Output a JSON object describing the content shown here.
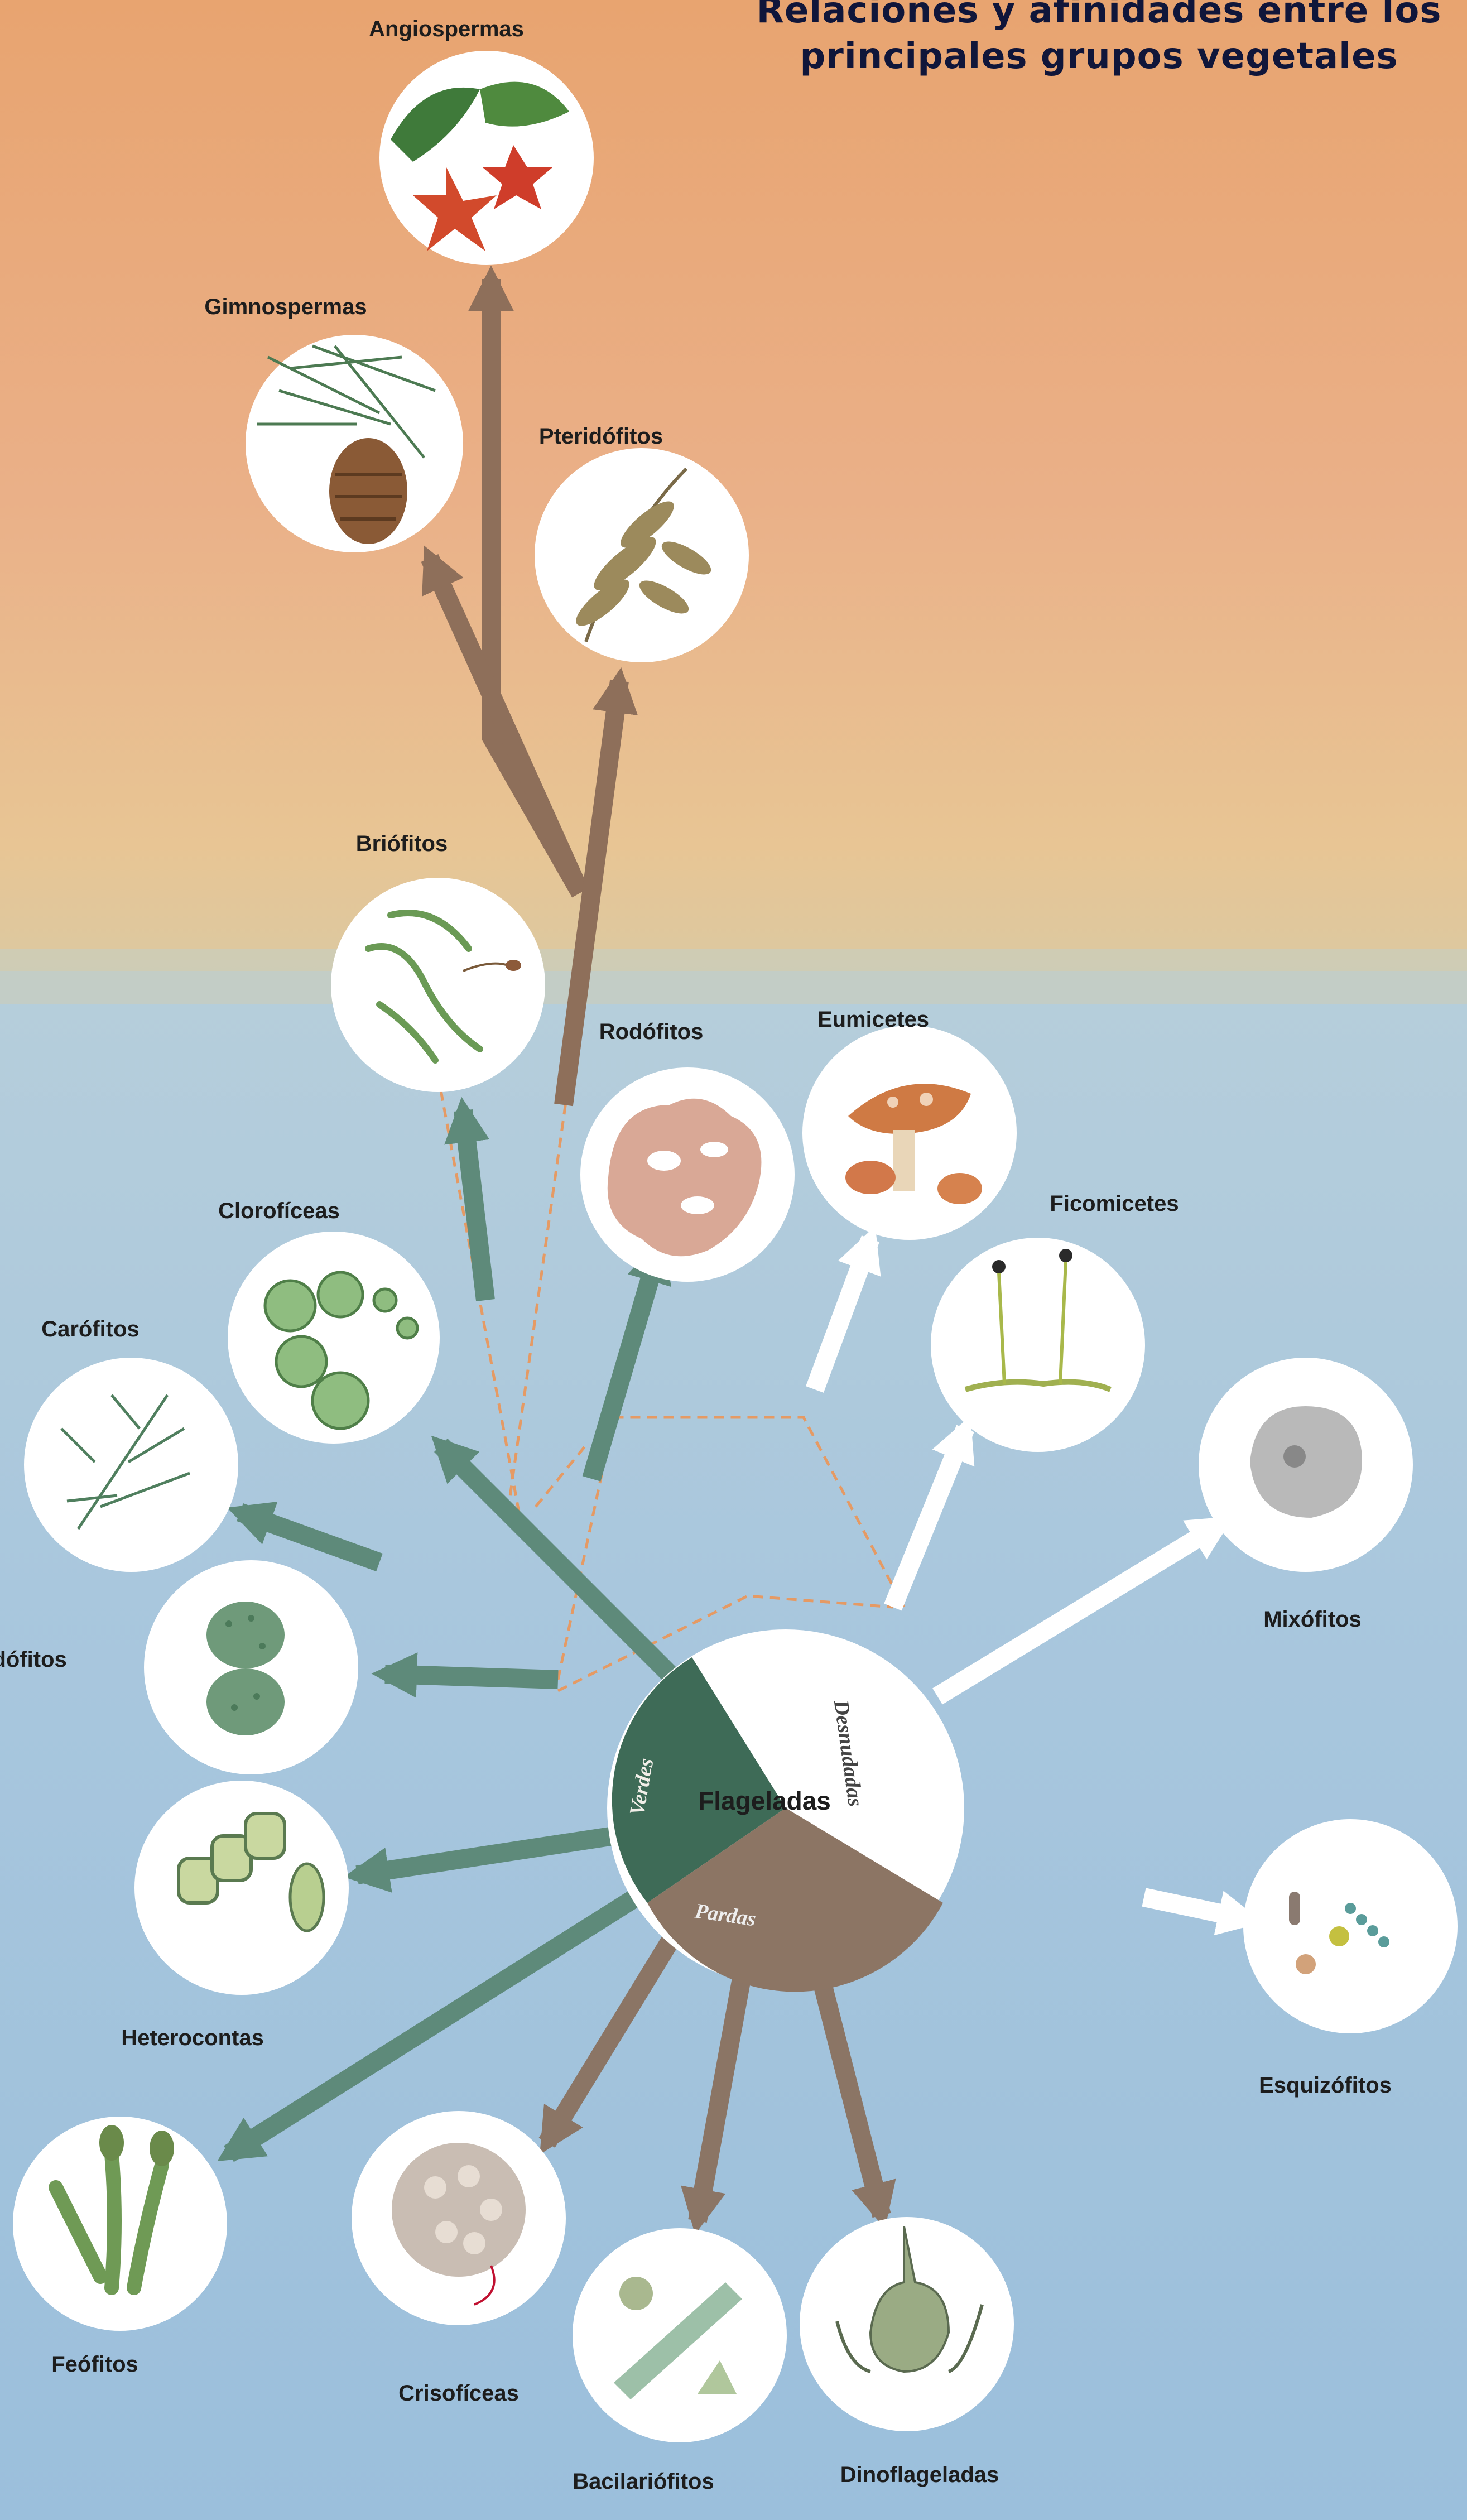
{
  "title": {
    "line1": "Relaciones y afinidades entre los",
    "line2": "principales grupos vegetales"
  },
  "colors": {
    "sky_top": "#e8a470",
    "sky_mid": "#e9c291",
    "water": "#a9c8dd",
    "water_bottom": "#9dc0dc",
    "arrow_green": "#5e8a7a",
    "arrow_brown": "#8b7565",
    "arrow_white": "#ffffff",
    "segment_green": "#3e6b57",
    "segment_brown": "#8c7564",
    "dashed_line": "#e59a64"
  },
  "center": {
    "label": "Flageladas",
    "segments": {
      "green": "Verdes",
      "white": "Desnudadas",
      "brown": "Pardas"
    }
  },
  "groups": {
    "angiospermas": "Angiospermas",
    "gimnospermas": "Gimnospermas",
    "pteridofitos": "Pteridófitos",
    "briofitos": "Briófitos",
    "rodofitos": "Rodófitos",
    "eumicetes": "Eumicetes",
    "ficomicetes": "Ficomicetes",
    "clorofíceas": "Clorofíceas",
    "carofitos": "Carófitos",
    "conjugadofitos": "adófitos",
    "mixofitos": "Mixófitos",
    "heterocontas": "Heterocontas",
    "esquizofitos": "Esquizófitos",
    "feofitos": "Feófitos",
    "crisoficeas": "Crisofíceas",
    "bacilariofitos": "Bacilariófitos",
    "dinoflageladas": "Dinoflageladas"
  }
}
